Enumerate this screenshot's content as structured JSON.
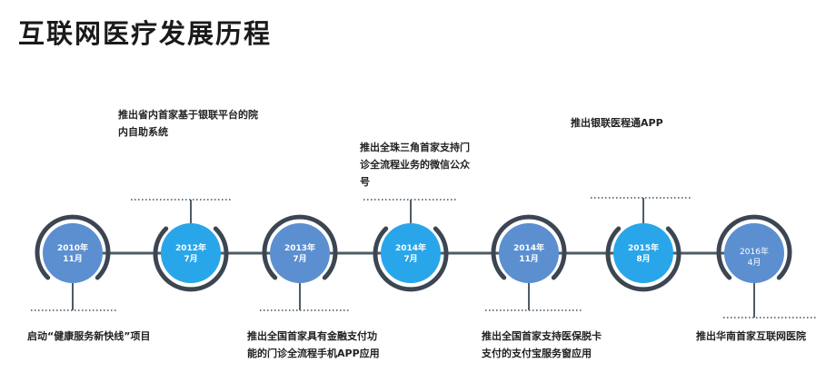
{
  "title": "互联网医疗发展历程",
  "colors": {
    "dark_blue": "#5b8fd0",
    "light_blue": "#29a6ea",
    "grey_ring": "#3c4652",
    "line": "#4d5c66",
    "dots": "#6f7a82"
  },
  "milestones": [
    {
      "year": "2010年",
      "month": "11月",
      "text": "启动“健康服务新快线”项目"
    },
    {
      "year": "2012年",
      "month": "7月",
      "text": "推出省内首家基于银联平台的院内自助系统"
    },
    {
      "year": "2013年",
      "month": "7月",
      "text": "推出全国首家具有金融支付功能的门诊全流程手机APP应用"
    },
    {
      "year": "2014年",
      "month": "7月",
      "text": "推出全珠三角首家支持门诊全流程业务的微信公众号"
    },
    {
      "year": "2014年",
      "month": "11月",
      "text": "推出全国首家支持医保脱卡支付的支付宝服务窗应用"
    },
    {
      "year": "2015年",
      "month": "8月",
      "text": "推出银联医程通APP"
    },
    {
      "year": "2016年",
      "month": "4月",
      "text": "推出华南首家互联网医院"
    }
  ]
}
